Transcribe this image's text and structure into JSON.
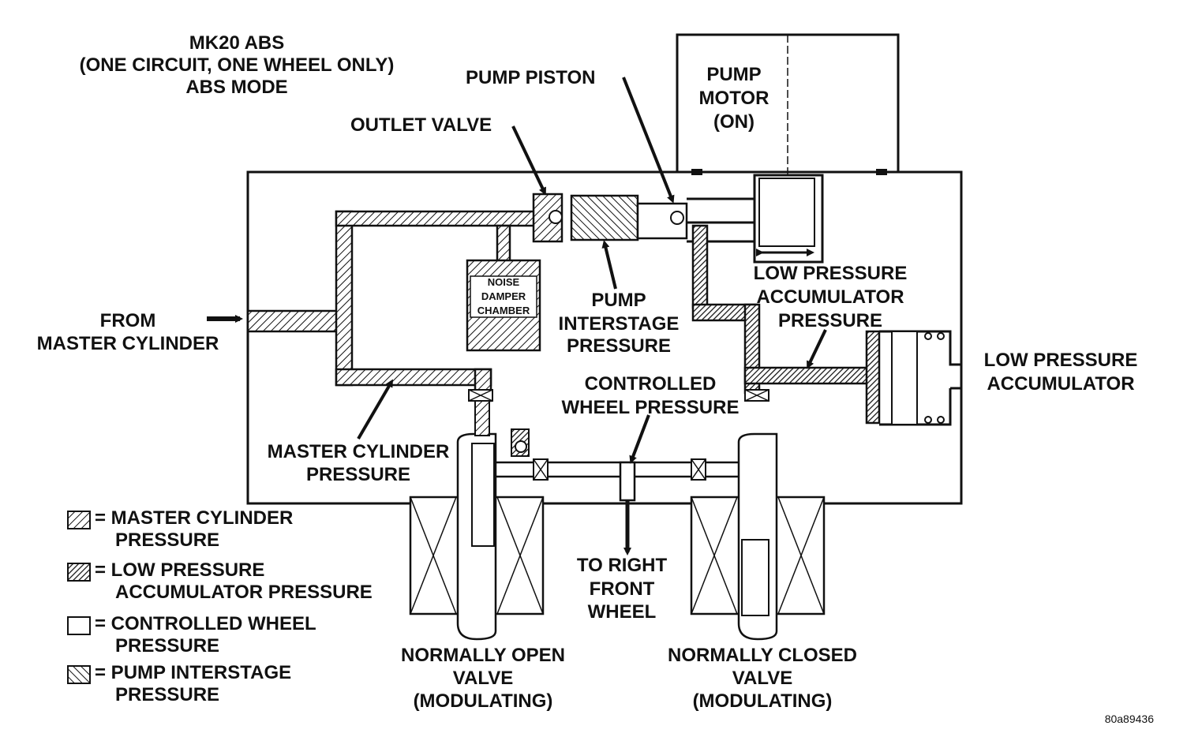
{
  "title": {
    "line1": "MK20 ABS",
    "line2": "(ONE CIRCUIT, ONE WHEEL ONLY)",
    "line3": "ABS MODE"
  },
  "labels": {
    "pump_piston": "PUMP PISTON",
    "pump_motor": [
      "PUMP",
      "MOTOR",
      "(ON)"
    ],
    "outlet_valve": "OUTLET VALVE",
    "noise_damper": [
      "NOISE",
      "DAMPER",
      "CHAMBER"
    ],
    "pump_interstage": [
      "PUMP",
      "INTERSTAGE",
      "PRESSURE"
    ],
    "low_pressure_acc_pressure": [
      "LOW PRESSURE",
      "ACCUMULATOR",
      "PRESSURE"
    ],
    "low_pressure_accumulator": [
      "LOW PRESSURE",
      "ACCUMULATOR"
    ],
    "from_master_cylinder": [
      "FROM",
      "MASTER CYLINDER"
    ],
    "controlled_wheel_pressure": [
      "CONTROLLED",
      "WHEEL PRESSURE"
    ],
    "master_cylinder_pressure": [
      "MASTER CYLINDER",
      "PRESSURE"
    ],
    "to_right_front_wheel": [
      "TO RIGHT",
      "FRONT",
      "WHEEL"
    ],
    "normally_open_valve": [
      "NORMALLY OPEN",
      "VALVE",
      "(MODULATING)"
    ],
    "normally_closed_valve": [
      "NORMALLY CLOSED",
      "VALVE",
      "(MODULATING)"
    ],
    "figure_id": "80a89436"
  },
  "legend": [
    {
      "pattern": "master",
      "lines": [
        "= MASTER CYLINDER",
        "PRESSURE"
      ]
    },
    {
      "pattern": "lowpress",
      "lines": [
        "= LOW PRESSURE",
        "ACCUMULATOR PRESSURE"
      ]
    },
    {
      "pattern": "controlled",
      "lines": [
        "= CONTROLLED WHEEL",
        "PRESSURE"
      ]
    },
    {
      "pattern": "interstage",
      "lines": [
        "= PUMP INTERSTAGE",
        "PRESSURE"
      ]
    }
  ]
}
